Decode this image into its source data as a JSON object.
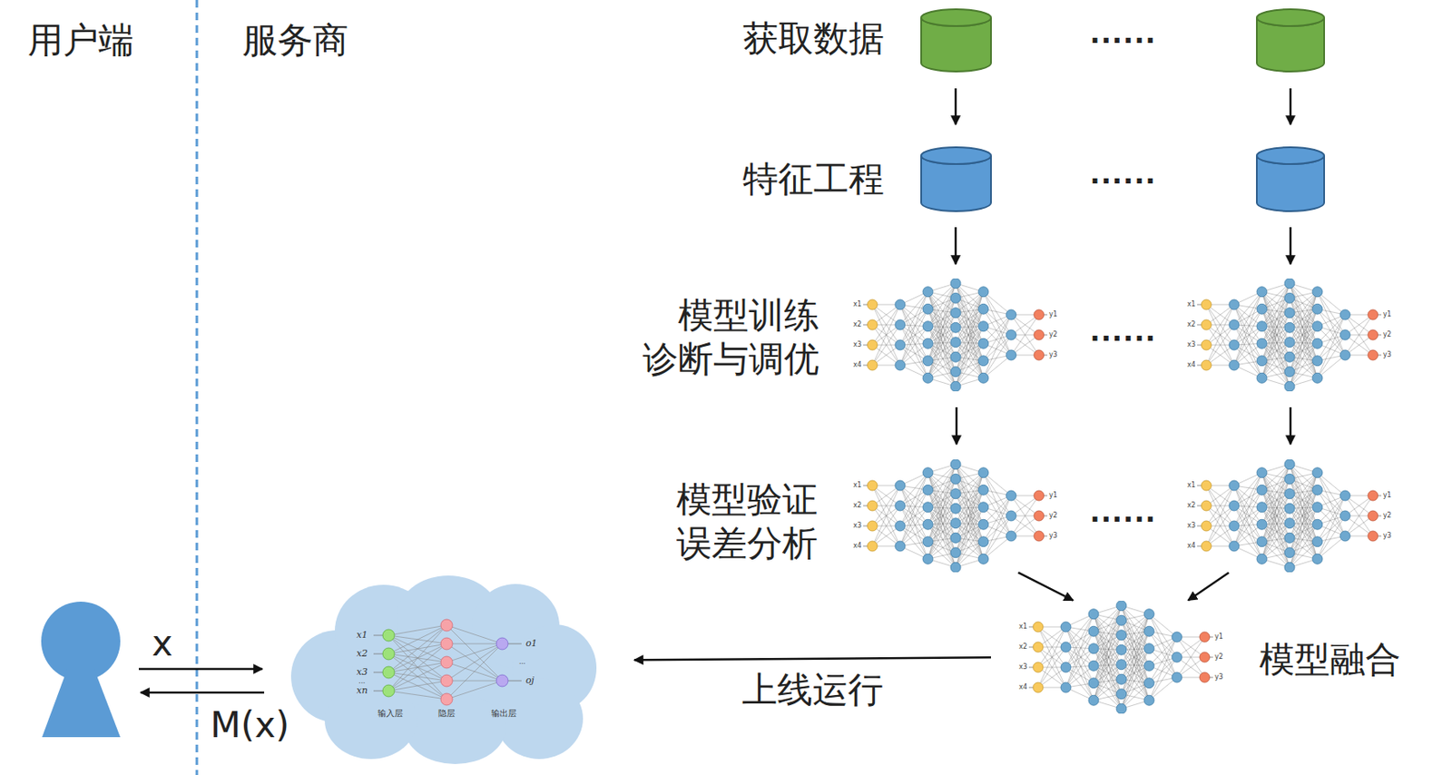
{
  "diagram": {
    "nodes": [
      {
        "text": [
          "x1",
          "x2",
          "x3",
          "x4",
          "y1",
          "y2",
          "y3"
        ]
      },
      {
        "text": [
          "x1",
          "x2",
          "x3",
          "x4",
          "y1",
          "y2",
          "y3"
        ]
      },
      {
        "text": [
          "x1",
          "x2",
          "x3",
          "x4",
          "y1",
          "y2",
          "y3"
        ]
      },
      {
        "text": [
          "x1",
          "x2",
          "x3",
          "x4",
          "y1",
          "y2",
          "y3"
        ]
      },
      {
        "text": [
          "x1",
          "x2",
          "x3",
          "...",
          "xn",
          "o1",
          "...",
          "oj",
          "输入层",
          "隐层",
          "输出层"
        ]
      },
      {
        "text": [
          "x1",
          "x2",
          "x3",
          "x4",
          "y1",
          "y2",
          "y3"
        ]
      }
    ],
    "edges": [
      {
        "from": 0,
        "to": 2,
        "arrow": "to"
      },
      {
        "from": 1,
        "to": 3,
        "arrow": "to"
      },
      {
        "from": 2,
        "to": 5,
        "arrow": "to"
      },
      {
        "from": 3,
        "to": 5,
        "arrow": "to"
      },
      {
        "from": 5,
        "to": 4,
        "label": "上线运行",
        "arrow": "to"
      }
    ],
    "labels": [
      "用户端",
      "服务商",
      "获取数据",
      "......",
      "特征工程",
      "......",
      "模型训练 诊断与调优",
      "......",
      "模型验证 误差分析",
      "......",
      "模型融合",
      "x",
      "M(x)"
    ]
  }
}
